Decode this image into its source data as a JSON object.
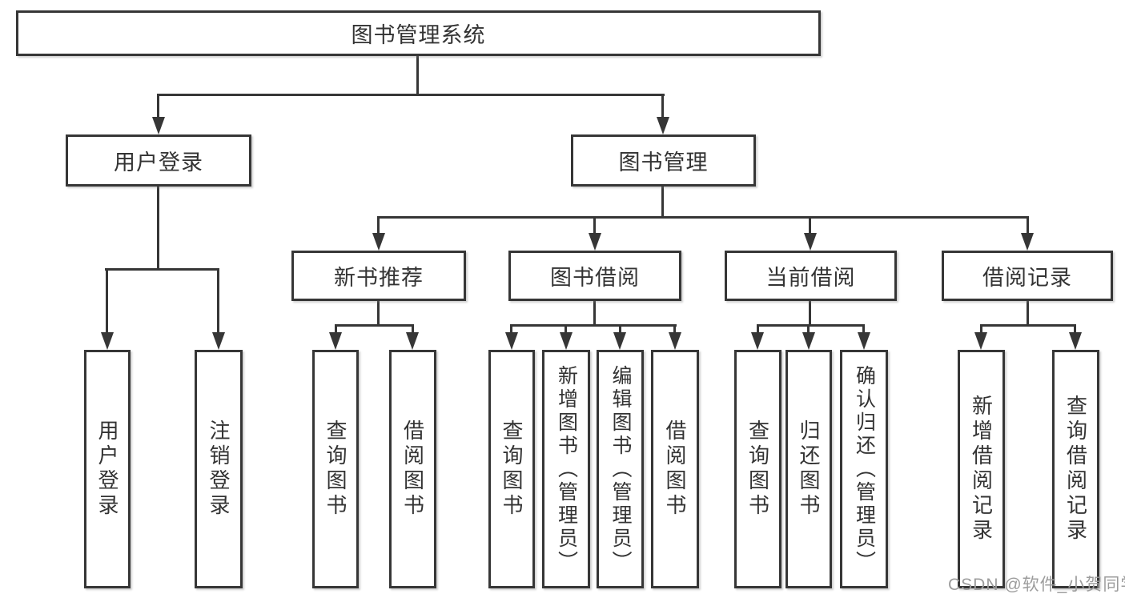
{
  "diagram": {
    "root": {
      "label": "图书管理系统",
      "children": [
        {
          "label": "用户登录",
          "children": [
            {
              "label": "用户登录"
            },
            {
              "label": "注销登录"
            }
          ]
        },
        {
          "label": "图书管理",
          "children": [
            {
              "label": "新书推荐",
              "children": [
                {
                  "label": "查询图书"
                },
                {
                  "label": "借阅图书"
                }
              ]
            },
            {
              "label": "图书借阅",
              "children": [
                {
                  "label": "查询图书"
                },
                {
                  "label": "新增图书（管理员）"
                },
                {
                  "label": "编辑图书（管理员）"
                },
                {
                  "label": "借阅图书"
                }
              ]
            },
            {
              "label": "当前借阅",
              "children": [
                {
                  "label": "查询图书"
                },
                {
                  "label": "归还图书"
                },
                {
                  "label": "确认归还（管理员）"
                }
              ]
            },
            {
              "label": "借阅记录",
              "children": [
                {
                  "label": "新增借阅记录"
                },
                {
                  "label": "查询借阅记录"
                }
              ]
            }
          ]
        }
      ]
    }
  },
  "colors": {
    "line": "#363636",
    "box_fill": "#ffffff",
    "text": "#333333",
    "watermark": "#9c9c9c"
  },
  "watermark": {
    "text": "CSDN @软件_小贺同学"
  }
}
